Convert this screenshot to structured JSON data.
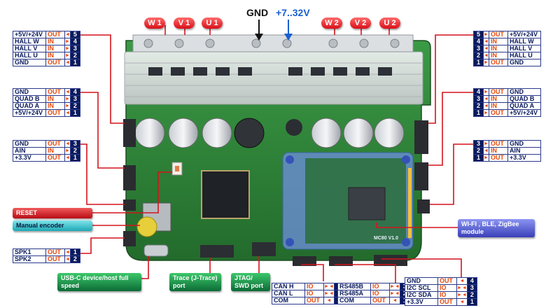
{
  "top_labels": {
    "motor_left": [
      "W 1",
      "V 1",
      "U 1"
    ],
    "motor_right": [
      "W 2",
      "V 2",
      "U 2"
    ],
    "gnd": "GND",
    "supply": "+7..32V"
  },
  "left_tables": {
    "hall": [
      {
        "sig": "+5V/+24V",
        "dir": "OUT",
        "num": "5"
      },
      {
        "sig": "HALL W",
        "dir": "IN",
        "num": "4"
      },
      {
        "sig": "HALL V",
        "dir": "IN",
        "num": "3"
      },
      {
        "sig": "HALL U",
        "dir": "IN",
        "num": "2"
      },
      {
        "sig": "GND",
        "dir": "OUT",
        "num": "1"
      }
    ],
    "quad": [
      {
        "sig": "GND",
        "dir": "OUT",
        "num": "4"
      },
      {
        "sig": "QUAD B",
        "dir": "IN",
        "num": "3"
      },
      {
        "sig": "QUAD A",
        "dir": "IN",
        "num": "2"
      },
      {
        "sig": "+5V/+24V",
        "dir": "OUT",
        "num": "1"
      }
    ],
    "ain": [
      {
        "sig": "GND",
        "dir": "OUT",
        "num": "3"
      },
      {
        "sig": "AIN",
        "dir": "IN",
        "num": "2"
      },
      {
        "sig": "+3.3V",
        "dir": "OUT",
        "num": "1"
      }
    ],
    "spk": [
      {
        "sig": "SPK1",
        "dir": "OUT",
        "num": "1"
      },
      {
        "sig": "SPK2",
        "dir": "OUT",
        "num": "2"
      }
    ]
  },
  "right_tables": {
    "hall": [
      {
        "num": "5",
        "dir": "OUT",
        "sig": "+5V/+24V"
      },
      {
        "num": "4",
        "dir": "IN",
        "sig": "HALL W"
      },
      {
        "num": "3",
        "dir": "IN",
        "sig": "HALL V"
      },
      {
        "num": "2",
        "dir": "IN",
        "sig": "HALL U"
      },
      {
        "num": "1",
        "dir": "OUT",
        "sig": "GND"
      }
    ],
    "quad": [
      {
        "num": "4",
        "dir": "OUT",
        "sig": "GND"
      },
      {
        "num": "3",
        "dir": "IN",
        "sig": "QUAD B"
      },
      {
        "num": "2",
        "dir": "IN",
        "sig": "QUAD A"
      },
      {
        "num": "1",
        "dir": "OUT",
        "sig": "+5V/+24V"
      }
    ],
    "ain": [
      {
        "num": "3",
        "dir": "OUT",
        "sig": "GND"
      },
      {
        "num": "2",
        "dir": "IN",
        "sig": "AIN"
      },
      {
        "num": "1",
        "dir": "OUT",
        "sig": "+3.3V"
      }
    ]
  },
  "bottom_tables": {
    "can": [
      {
        "sig": "CAN H",
        "dir": "IO",
        "num": "3"
      },
      {
        "sig": "CAN L",
        "dir": "IO",
        "num": "2"
      },
      {
        "sig": "COM",
        "dir": "OUT",
        "num": "1"
      }
    ],
    "rs485": [
      {
        "sig": "RS485B",
        "dir": "IO",
        "num": "3"
      },
      {
        "sig": "RS485A",
        "dir": "IO",
        "num": "2"
      },
      {
        "sig": "COM",
        "dir": "OUT",
        "num": "1"
      }
    ],
    "i2c": [
      {
        "sig": "GND",
        "dir": "OUT",
        "num": "4"
      },
      {
        "sig": "I2C SCL",
        "dir": "IO",
        "num": "3"
      },
      {
        "sig": "I2C SDA",
        "dir": "IO",
        "num": "2"
      },
      {
        "sig": "+3.3V",
        "dir": "OUT",
        "num": "1"
      }
    ]
  },
  "callouts": {
    "reset": "RESET",
    "encoder": "Manual encoder",
    "usb": "USB-C device/host full speed",
    "trace": "Trace (J-Trace) port",
    "jtag": "JTAG/ SWD port",
    "wifi": "WI-FI , BLE, ZigBee module"
  },
  "board_marks": {
    "module_text": "MC80 V1.0"
  },
  "colors": {
    "pcb": "#2f8a3a",
    "table_border": "#2b3a8a",
    "num_bg": "#0a1a5c",
    "dir_text": "#e8480c",
    "line_red": "#d4141c",
    "supply_blue": "#1a5fd0"
  }
}
